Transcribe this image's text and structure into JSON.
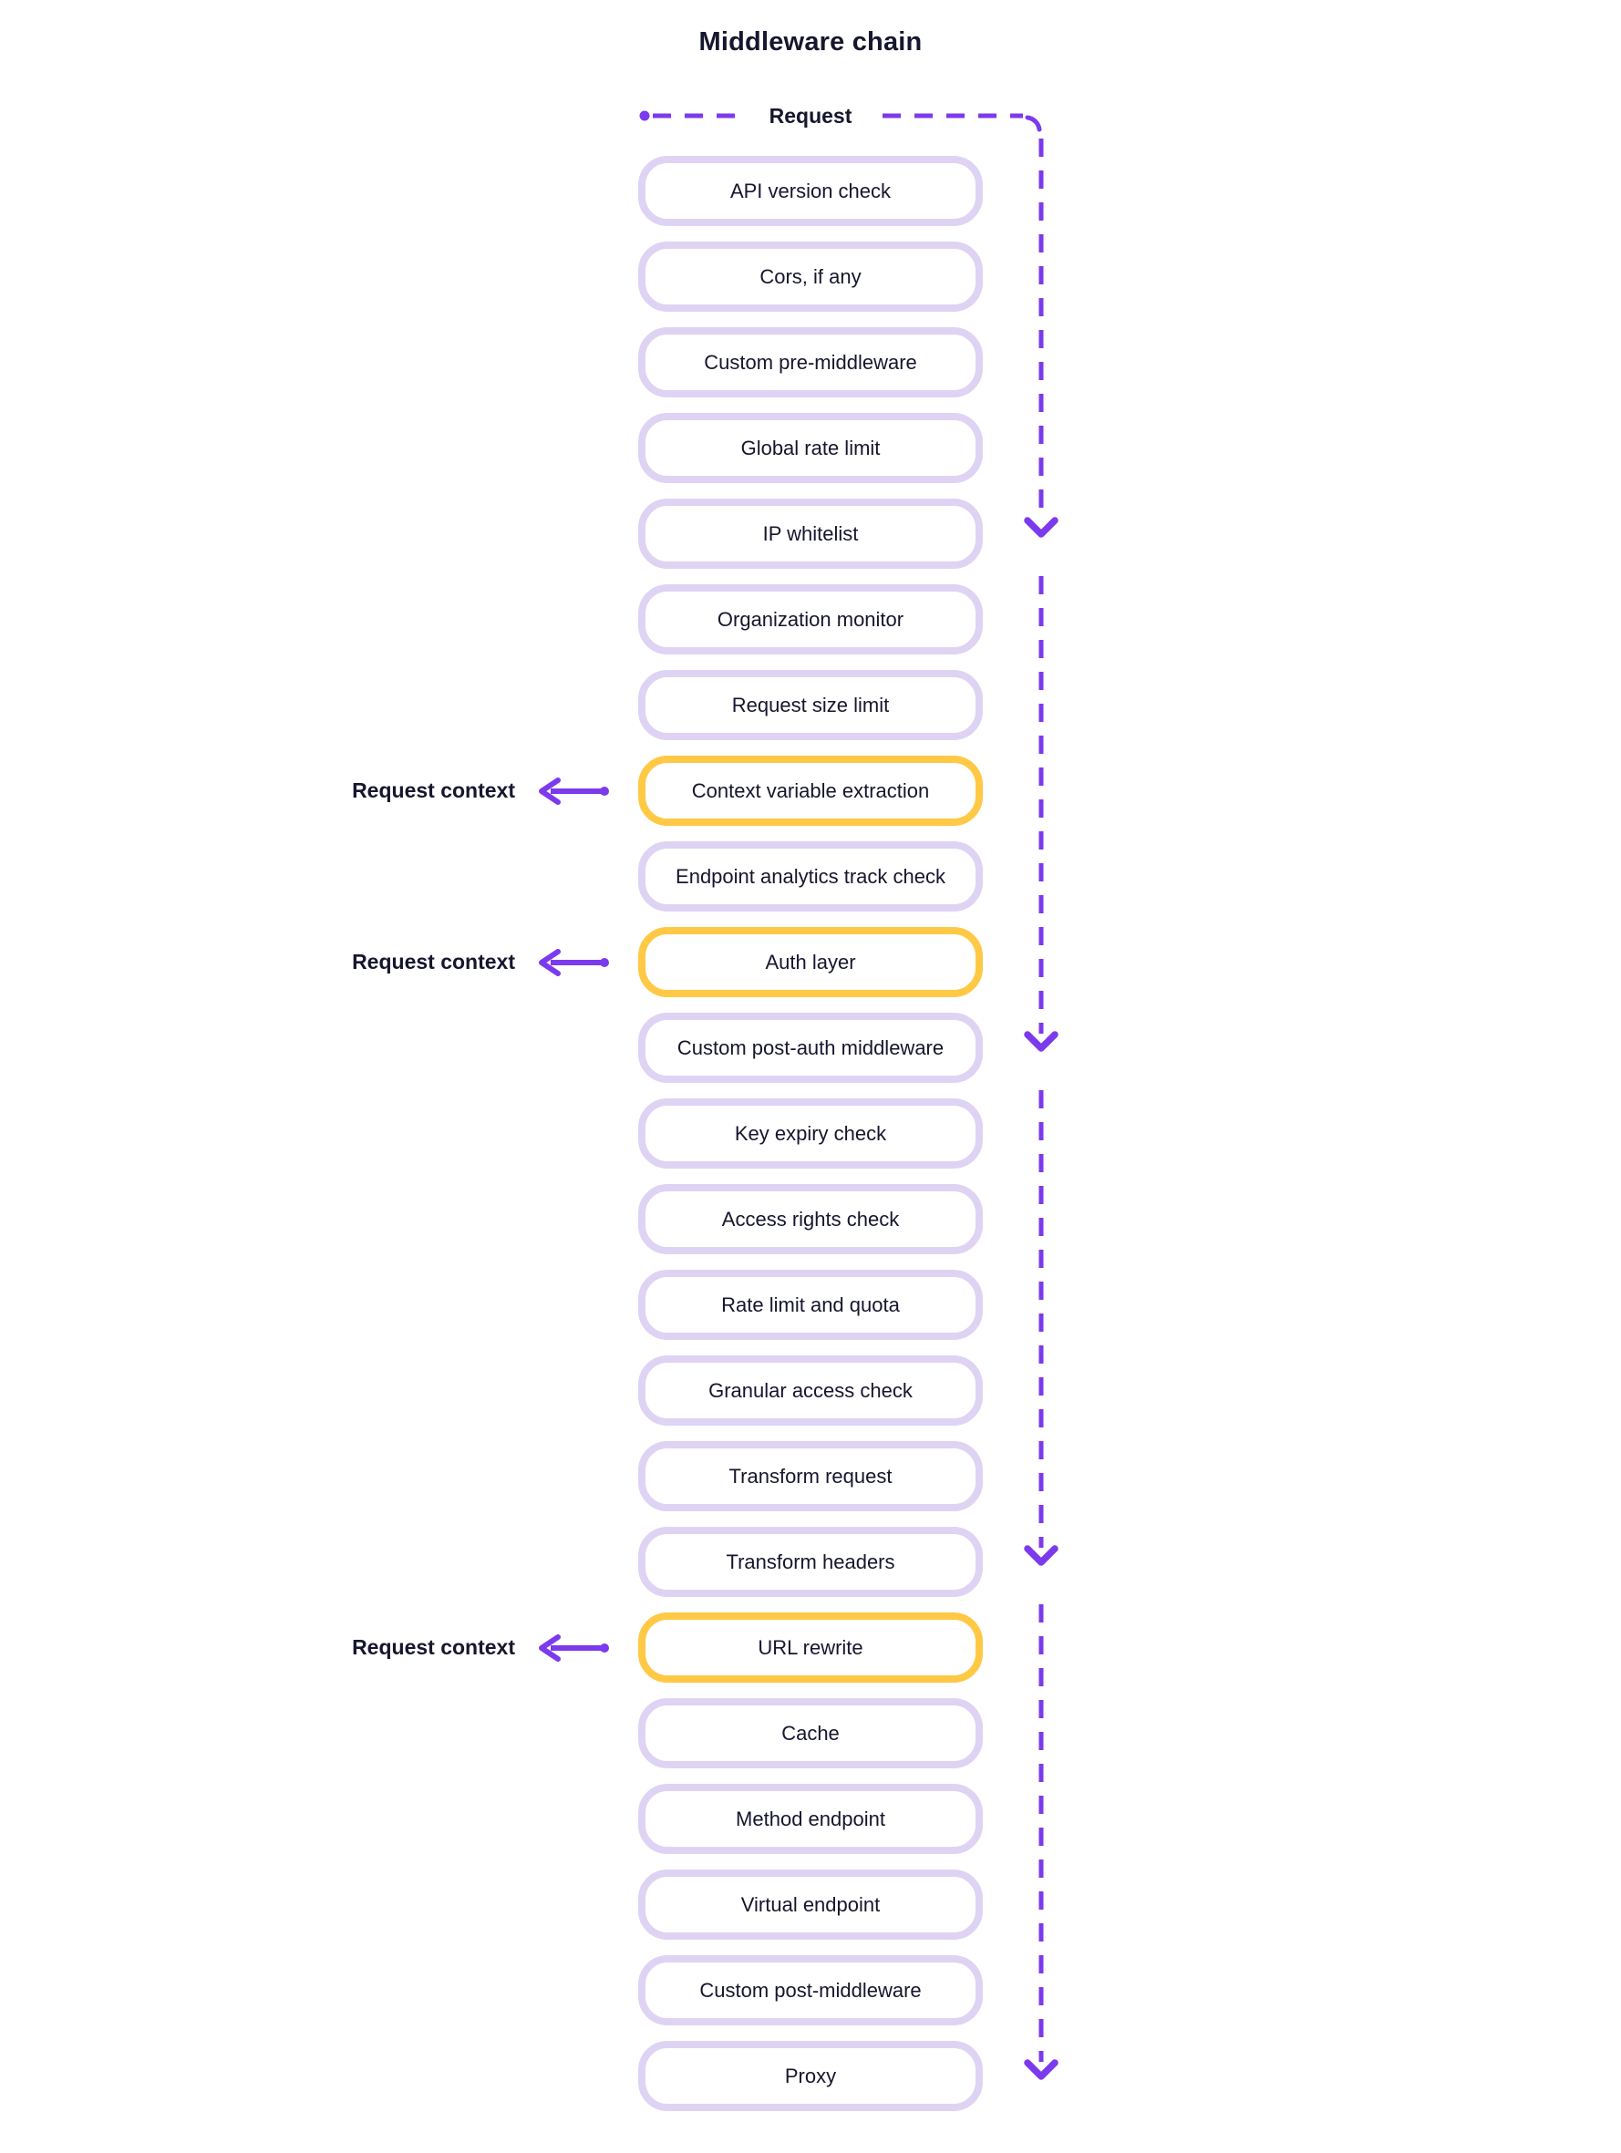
{
  "title": "Middleware chain",
  "flow": {
    "request_label": "Request",
    "context_label": "Request context"
  },
  "colors": {
    "accent_purple": "#7C3AED",
    "box_border_lavender": "#DFD3F4",
    "highlight_border_yellow": "#FFC845",
    "text_dark": "#16162E",
    "background": "#FFFFFF"
  },
  "middlewares": [
    {
      "label": "API version check",
      "highlight": false
    },
    {
      "label": "Cors, if any",
      "highlight": false
    },
    {
      "label": "Custom pre-middleware",
      "highlight": false
    },
    {
      "label": "Global rate limit",
      "highlight": false
    },
    {
      "label": "IP whitelist",
      "highlight": false
    },
    {
      "label": "Organization monitor",
      "highlight": false
    },
    {
      "label": "Request size limit",
      "highlight": false
    },
    {
      "label": "Context variable extraction",
      "highlight": true
    },
    {
      "label": "Endpoint analytics track check",
      "highlight": false
    },
    {
      "label": "Auth layer",
      "highlight": true
    },
    {
      "label": "Custom post-auth middleware",
      "highlight": false
    },
    {
      "label": "Key expiry check",
      "highlight": false
    },
    {
      "label": "Access rights check",
      "highlight": false
    },
    {
      "label": "Rate limit and quota",
      "highlight": false
    },
    {
      "label": "Granular access check",
      "highlight": false
    },
    {
      "label": "Transform request",
      "highlight": false
    },
    {
      "label": "Transform headers",
      "highlight": false
    },
    {
      "label": "URL rewrite",
      "highlight": true
    },
    {
      "label": "Cache",
      "highlight": false
    },
    {
      "label": "Method endpoint",
      "highlight": false
    },
    {
      "label": "Virtual endpoint",
      "highlight": false
    },
    {
      "label": "Custom post-middleware",
      "highlight": false
    },
    {
      "label": "Proxy",
      "highlight": false
    }
  ]
}
